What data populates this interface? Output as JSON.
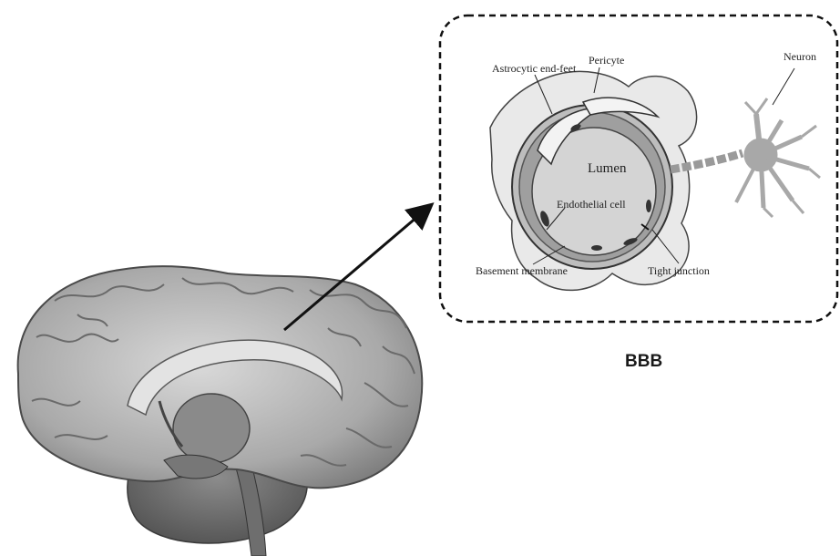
{
  "figure": {
    "title": "BBB",
    "labels": {
      "astrocytic_end_feet": "Astrocytic end-feet",
      "pericyte": "Pericyte",
      "neuron": "Neuron",
      "lumen": "Lumen",
      "endothelial_cell": "Endothelial cell",
      "basement_membrane": "Basement membrane",
      "tight_junction": "Tight junction"
    }
  }
}
